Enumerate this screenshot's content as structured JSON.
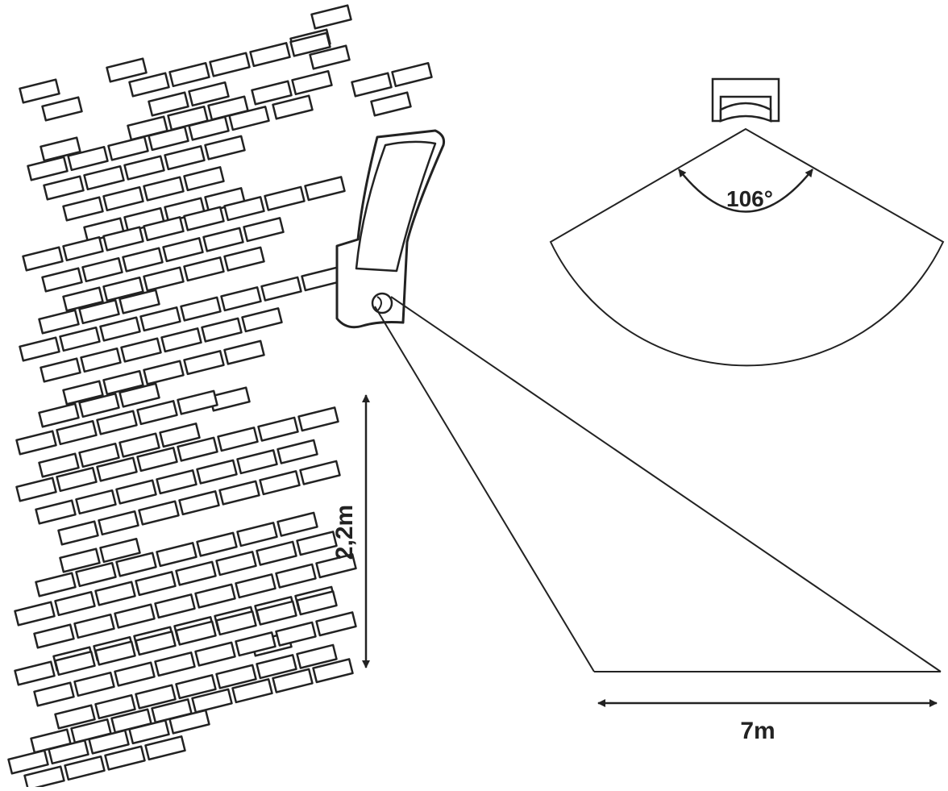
{
  "labels": {
    "mount_height": "2,2m",
    "detection_range": "7m",
    "detection_angle": "106°"
  },
  "colors": {
    "line": "#222222",
    "fill": "#ffffff"
  },
  "icons": [
    "brick-wall",
    "wall-lamp",
    "pir-sensor",
    "dimension-arrow"
  ]
}
